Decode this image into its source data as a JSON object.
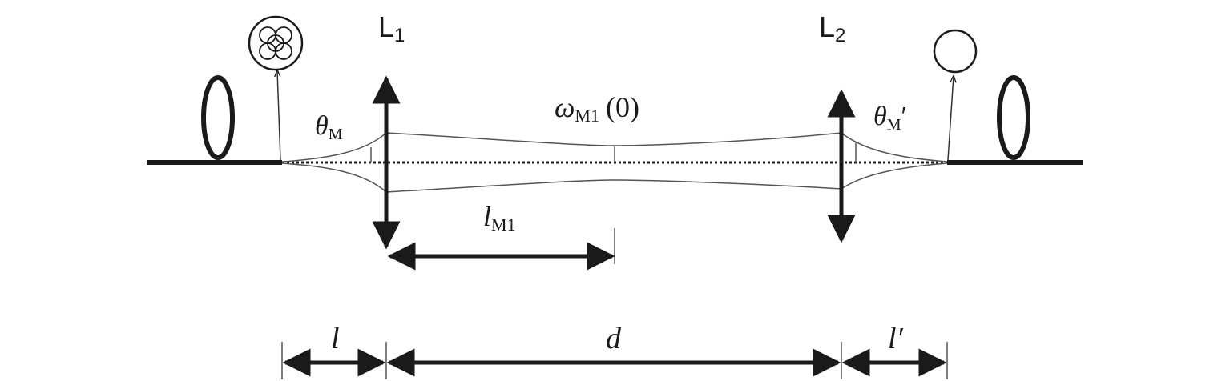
{
  "labels": {
    "lens1_main": "L",
    "lens1_sub": "1",
    "lens2_main": "L",
    "lens2_sub": "2",
    "theta_in_main": "θ",
    "theta_in_sub": "M",
    "theta_out_main": "θ",
    "theta_out_sub": "M",
    "theta_out_prime": "′",
    "waist_main": "ω",
    "waist_sub": "M1",
    "waist_arg": "(0)",
    "lm1_main": "l",
    "lm1_sub": "M1",
    "dist_l": "l",
    "dist_d": "d",
    "dist_l_prime": "l′"
  },
  "colors": {
    "stroke": "#1a1a1a",
    "beam": "#555555",
    "background": "#ffffff"
  }
}
